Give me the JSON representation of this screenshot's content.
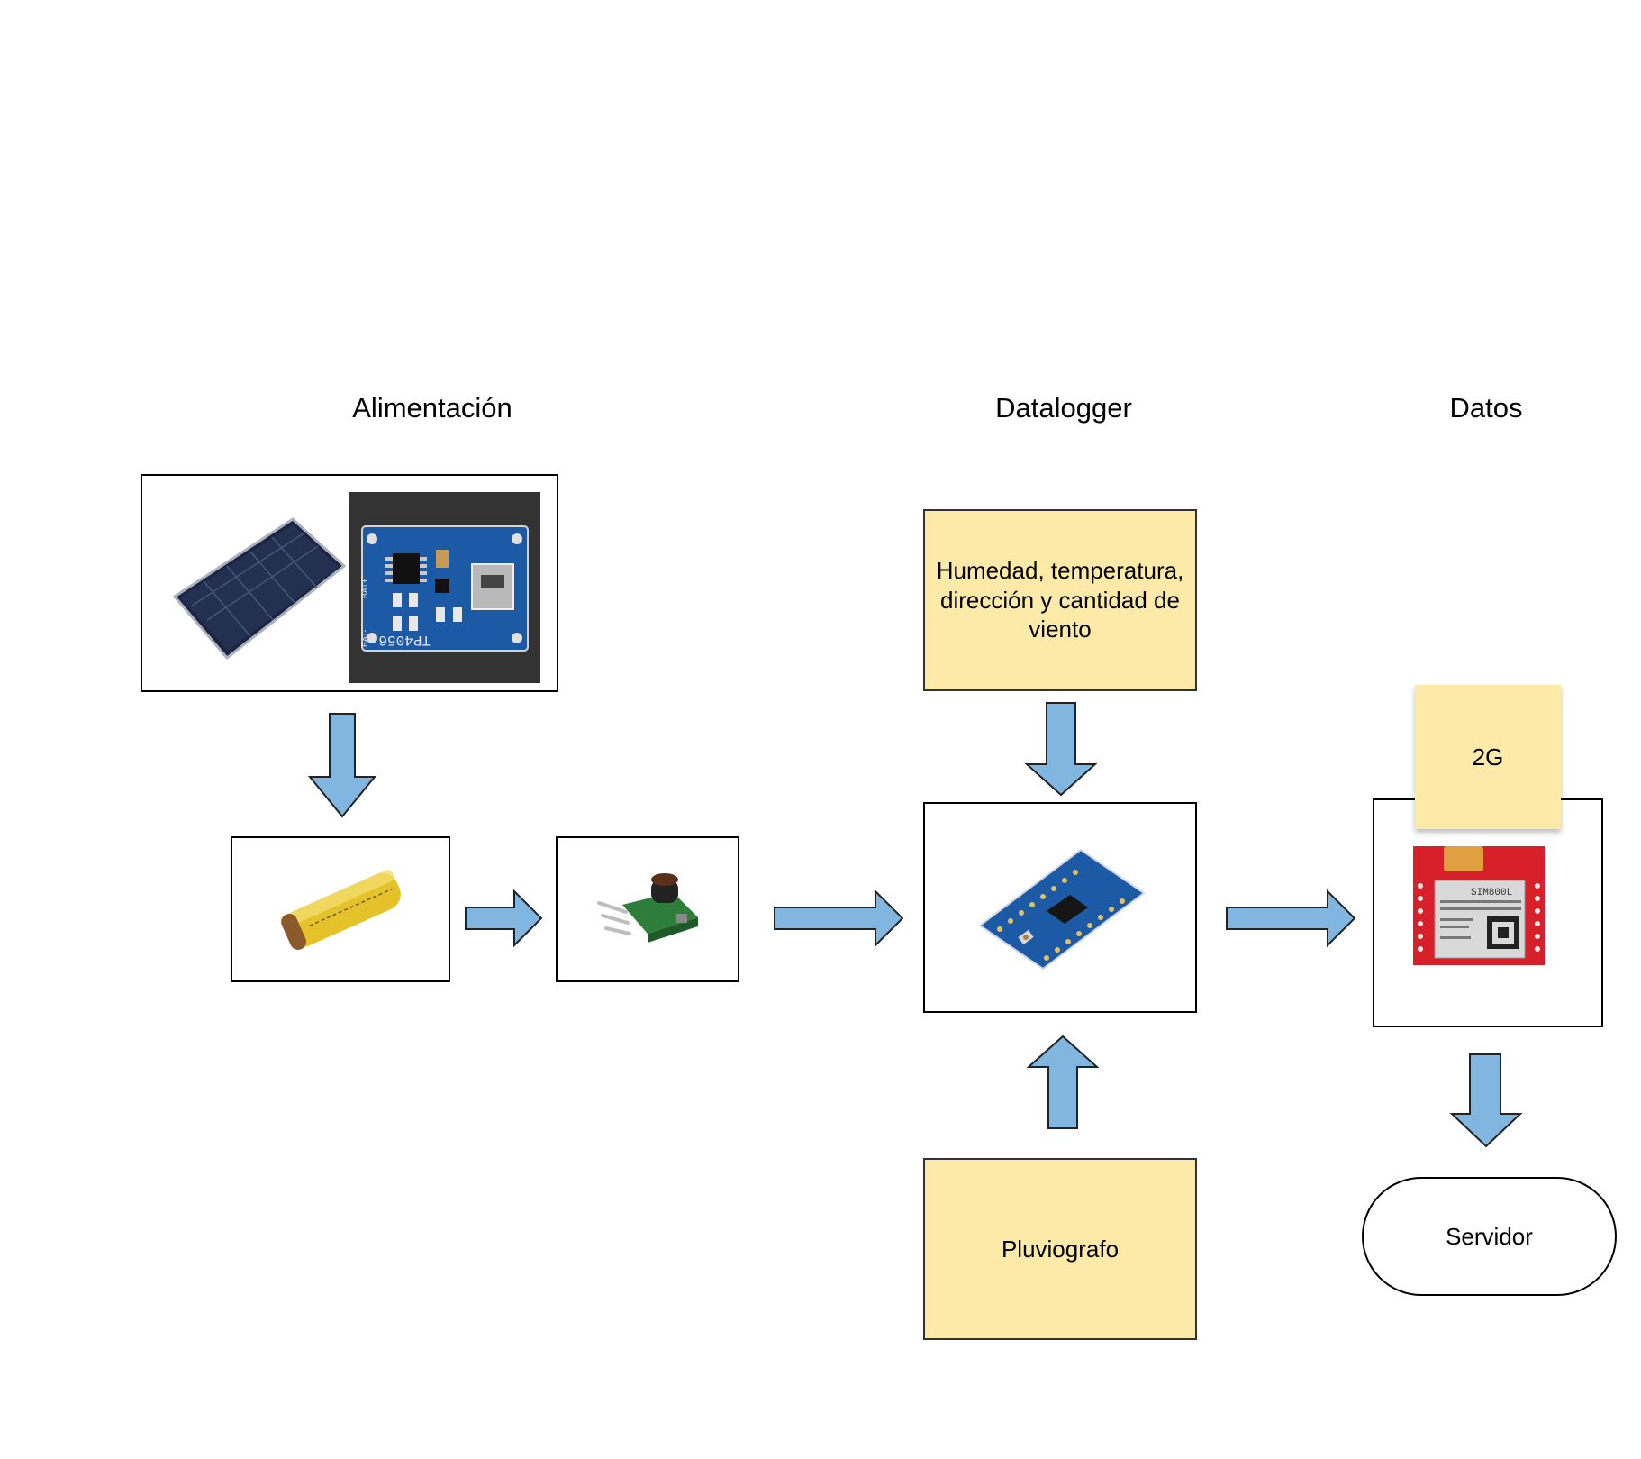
{
  "sections": {
    "power": "Alimentación",
    "datalogger": "Datalogger",
    "data": "Datos"
  },
  "nodes": {
    "sensors": "Humedad, temperatura, dirección y cantidad de viento",
    "rain_gauge": "Pluviografo",
    "network": "2G",
    "server": "Servidor"
  },
  "component_labels": {
    "charger_chip": "TP4056",
    "charger_bat_pos": "BAT+",
    "charger_bat_neg": "BAT-",
    "gsm_module": "SIM800L"
  },
  "colors": {
    "arrow_fill": "#80b6e0",
    "note_fill": "#fdeaa9",
    "pcb_blue": "#1d5aa6",
    "gsm_red": "#d8202a",
    "battery_yellow": "#e6c22a"
  }
}
